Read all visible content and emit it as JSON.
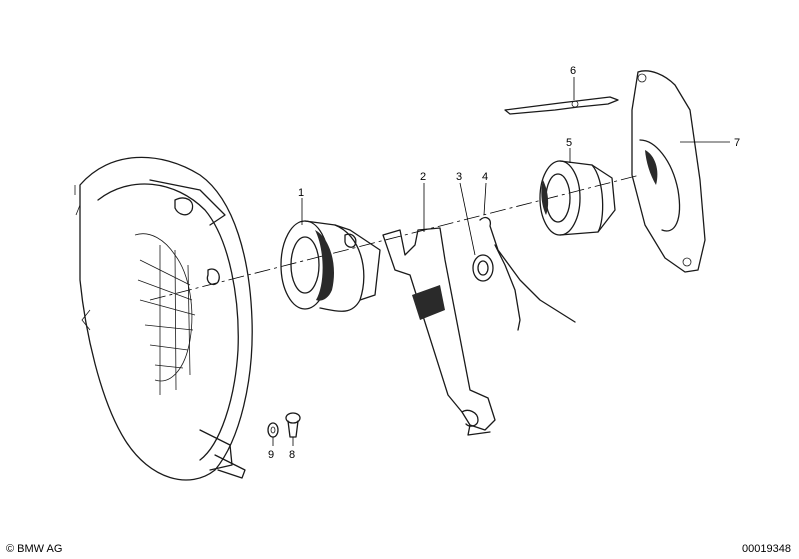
{
  "callouts": [
    {
      "id": "1",
      "label": "1"
    },
    {
      "id": "2",
      "label": "2"
    },
    {
      "id": "3",
      "label": "3"
    },
    {
      "id": "4",
      "label": "4"
    },
    {
      "id": "5",
      "label": "5"
    },
    {
      "id": "6",
      "label": "6"
    },
    {
      "id": "7",
      "label": "7"
    },
    {
      "id": "8",
      "label": "8"
    },
    {
      "id": "9",
      "label": "9"
    }
  ],
  "footer": {
    "copyright": "© BMW AG",
    "doc_number": "00019348"
  }
}
